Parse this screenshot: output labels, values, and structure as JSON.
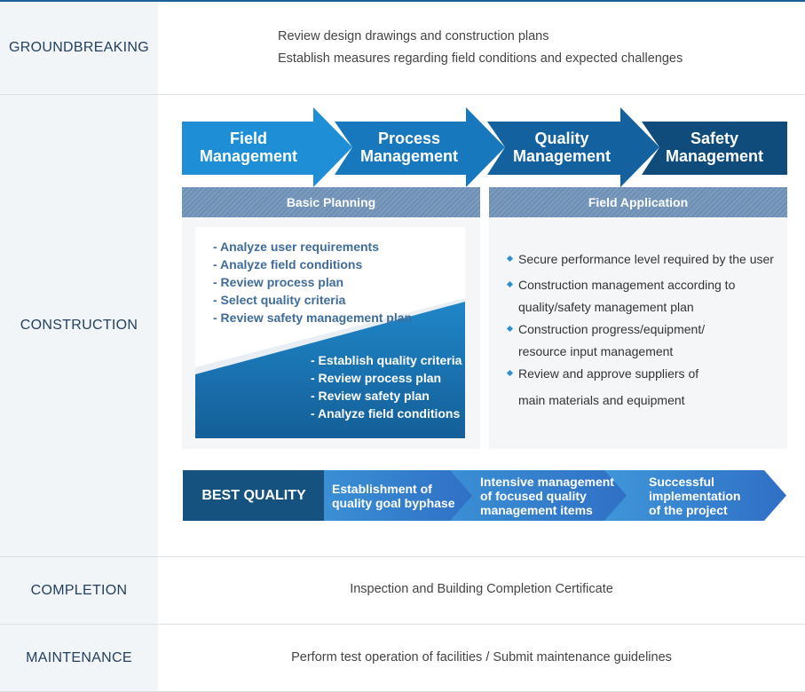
{
  "stages": {
    "groundbreaking": {
      "label": "GROUNDBREAKING",
      "lines": [
        "Review design drawings and construction plans",
        "Establish measures regarding field conditions and expected challenges"
      ]
    },
    "construction": {
      "label": "CONSTRUCTION",
      "flow": [
        {
          "line1": "Field",
          "line2": "Management",
          "color": "#1e8fd6"
        },
        {
          "line1": "Process",
          "line2": "Management",
          "color": "#1878be"
        },
        {
          "line1": "Quality",
          "line2": "Management",
          "color": "#13629f"
        },
        {
          "line1": "Safety",
          "line2": "Management",
          "color": "#0f4c7c"
        }
      ],
      "basic_planning": {
        "title": "Basic Planning",
        "upper_items": [
          "- Analyze user requirements",
          "- Analyze field conditions",
          "- Review process plan",
          "- Select quality criteria",
          "- Review safety management plan"
        ],
        "lower_items": [
          "- Establish quality criteria",
          "- Review process plan",
          "- Review safety plan",
          "- Analyze field conditions"
        ]
      },
      "field_application": {
        "title": "Field Application",
        "items": [
          [
            "Secure performance level required by the user"
          ],
          [
            "Construction management according to",
            "quality/safety management plan"
          ],
          [
            "Construction progress/equipment/",
            "resource input management"
          ],
          [
            "Review and approve suppliers of",
            "main materials and equipment"
          ]
        ]
      },
      "best_quality": {
        "label": "BEST QUALITY",
        "steps": [
          [
            "Establishment of",
            "quality goal byphase"
          ],
          [
            "Intensive management",
            "of focused quality",
            "management items"
          ],
          [
            "Successful",
            "implementation",
            "of the project"
          ]
        ]
      }
    },
    "completion": {
      "label": "COMPLETION",
      "text": "Inspection and Building Completion Certificate"
    },
    "maintenance": {
      "label": "MAINTENANCE",
      "text": "Perform test operation of facilities / Submit maintenance guidelines"
    }
  }
}
